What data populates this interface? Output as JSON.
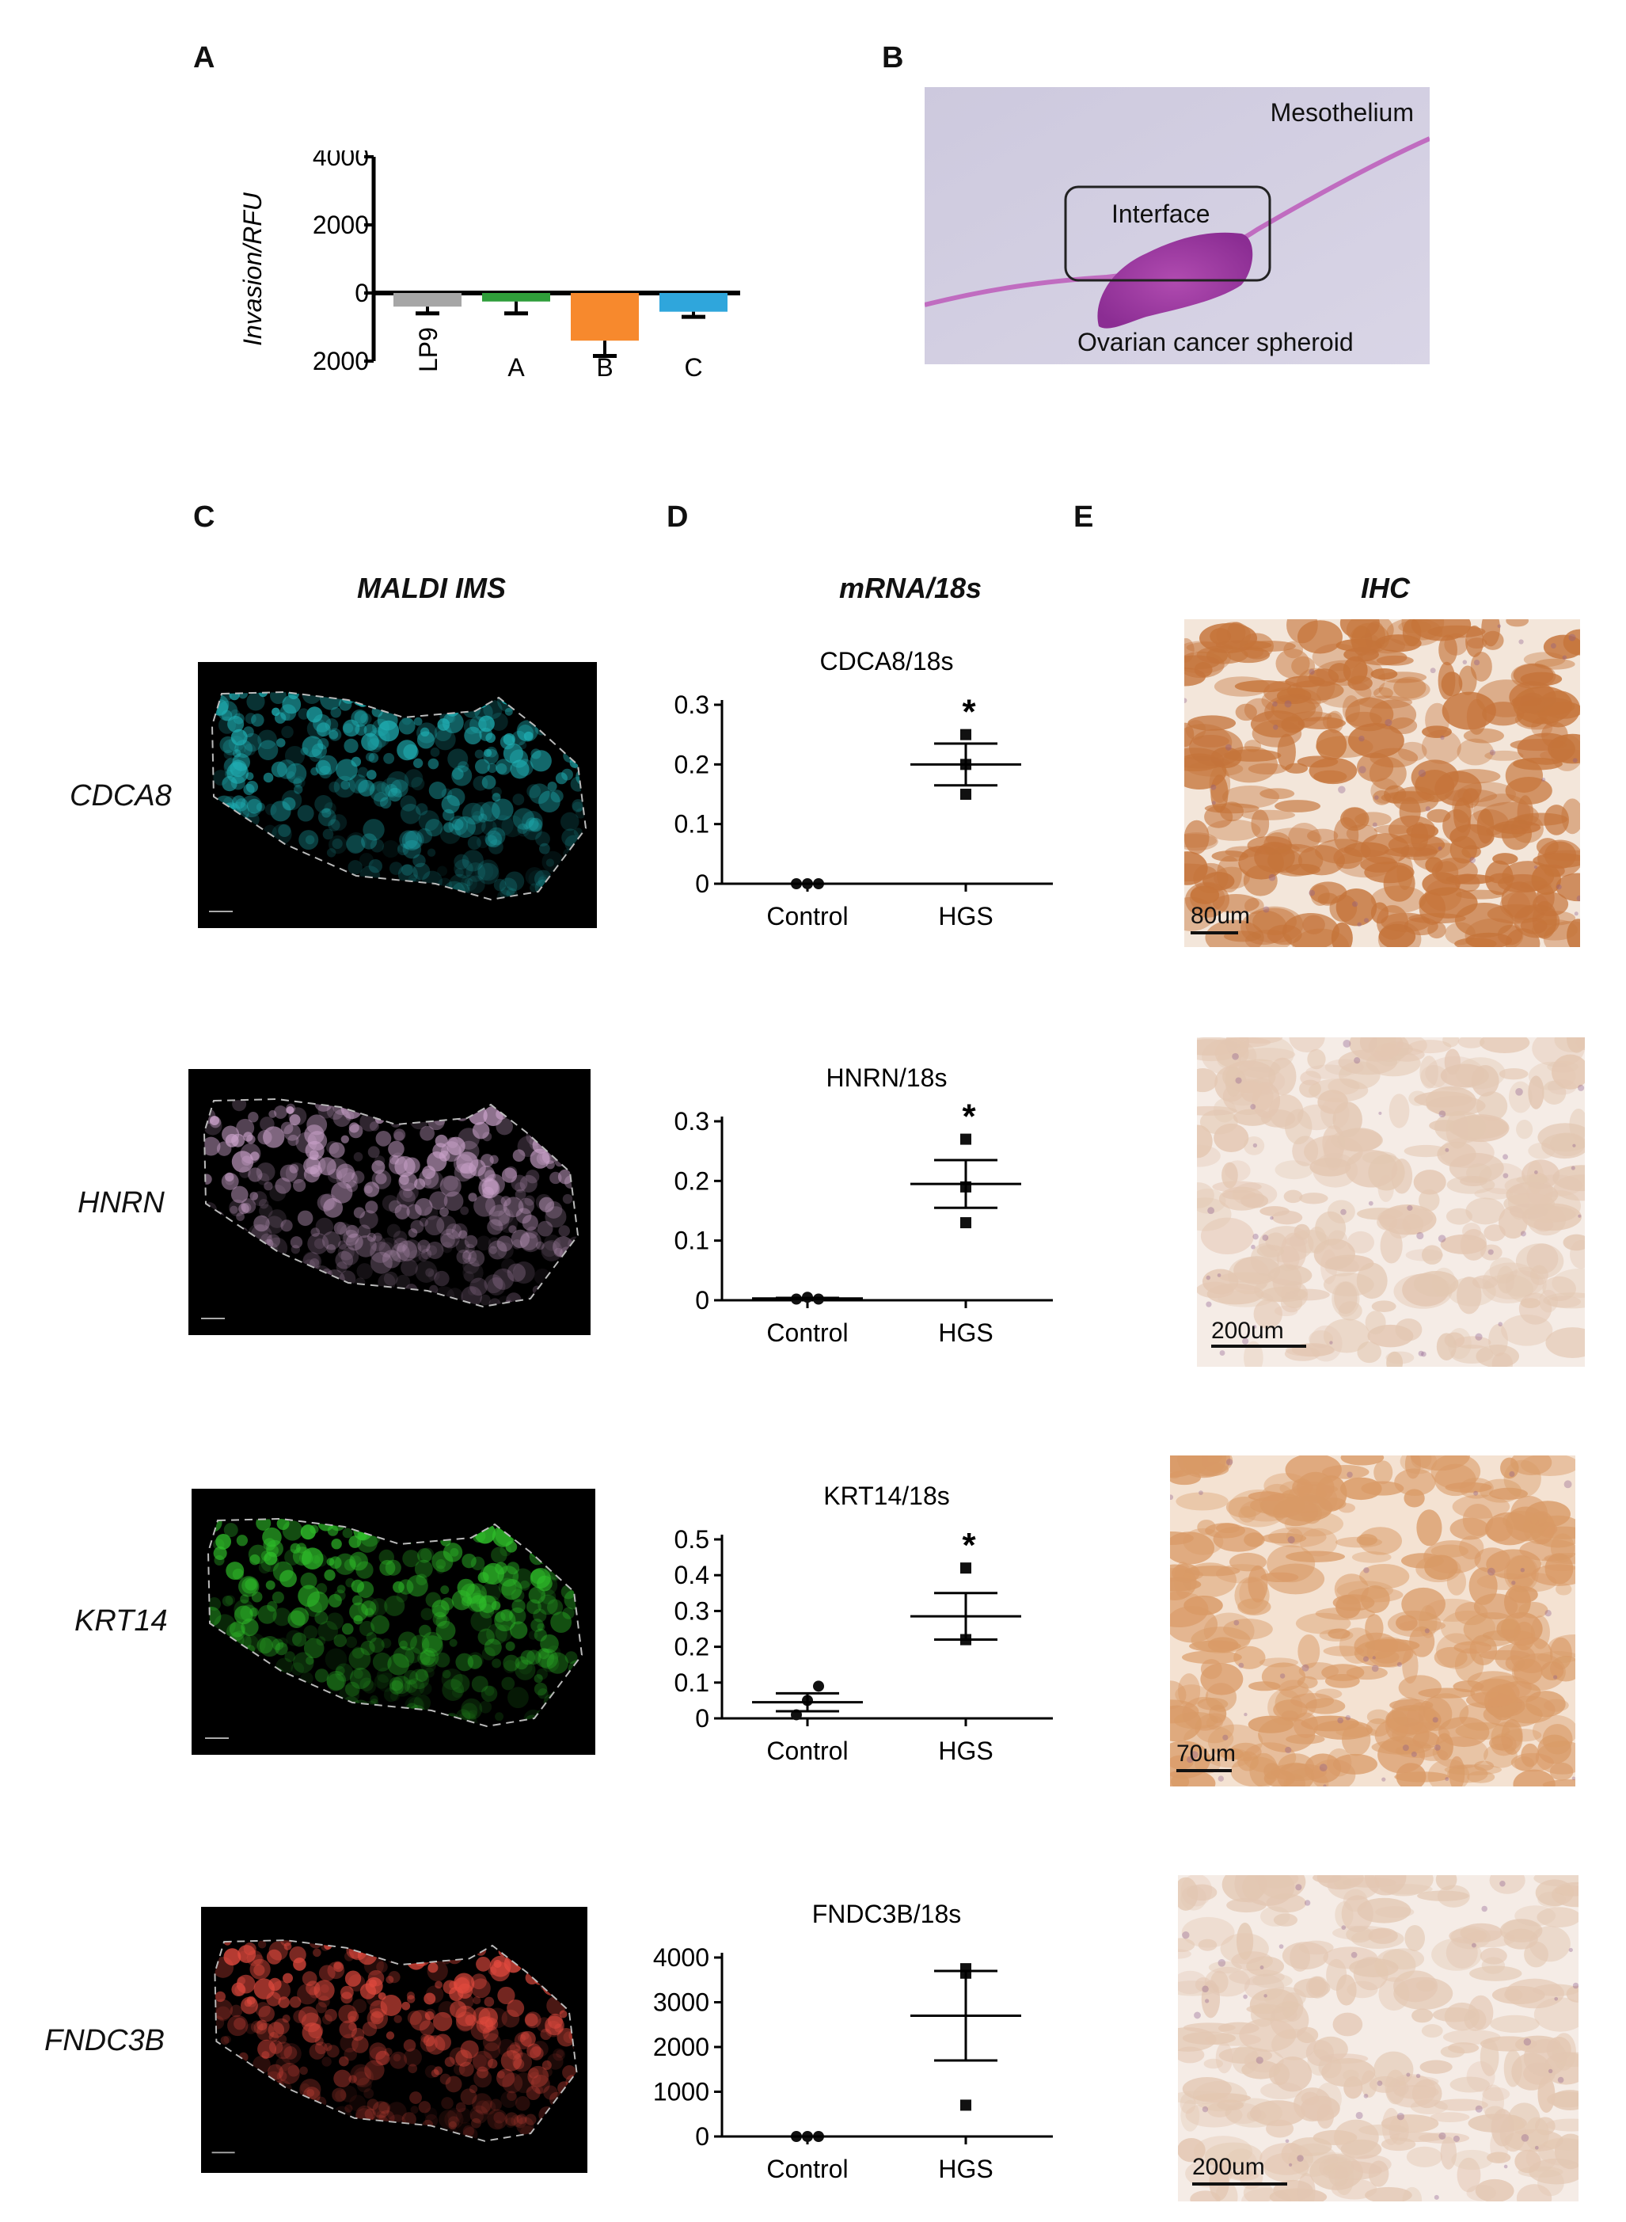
{
  "panels": {
    "a": "A",
    "b": "B",
    "c": "C",
    "d": "D",
    "e": "E"
  },
  "column_titles": {
    "maldi": "MALDI IMS",
    "mrna": "mRNA/18s",
    "ihc": "IHC"
  },
  "histology": {
    "mesothelium": "Mesothelium",
    "interface": "Interface",
    "spheroid": "Ovarian cancer spheroid"
  },
  "genes": [
    "CDCA8",
    "HNRN",
    "KRT14",
    "FNDC3B"
  ],
  "scale_bars": [
    "80um",
    "200um",
    "70um",
    "200um"
  ],
  "colors": {
    "lp9": "#a6a6a6",
    "a": "#2f9e3a",
    "b": "#f7892d",
    "c": "#2fa6dc",
    "cdca8": "#20b3b8",
    "hnrn": "#c9a1c9",
    "krt14": "#2fbf2a",
    "fndc3b": "#e24a3e",
    "ihc_dark": "#c97a3c",
    "ihc_light": "#ead5c6"
  },
  "chart_data": [
    {
      "type": "bar",
      "ylabel": "Invasion/RFU",
      "yticks": [
        "4000",
        "2000",
        "0",
        "2000"
      ],
      "ylim": [
        -2000,
        4000
      ],
      "categories": [
        "LP9",
        "A",
        "B",
        "C"
      ],
      "values": [
        -400,
        -250,
        -1400,
        -550
      ],
      "errors": [
        200,
        350,
        450,
        150
      ]
    },
    {
      "type": "scatter",
      "title": "CDCA8/18s",
      "categories": [
        "Control",
        "HGS"
      ],
      "yticks": [
        "0",
        "0.1",
        "0.2",
        "0.3"
      ],
      "ylim": [
        0,
        0.3
      ],
      "control_points": [
        0,
        0,
        0
      ],
      "hgs_points": [
        0.15,
        0.2,
        0.25
      ],
      "means": [
        0,
        0.2
      ],
      "sem": [
        0,
        0.035
      ],
      "significance": "*"
    },
    {
      "type": "scatter",
      "title": "HNRN/18s",
      "categories": [
        "Control",
        "HGS"
      ],
      "yticks": [
        "0",
        "0.1",
        "0.2",
        "0.3"
      ],
      "ylim": [
        0,
        0.3
      ],
      "control_points": [
        0.002,
        0.005,
        0.002
      ],
      "hgs_points": [
        0.13,
        0.19,
        0.27
      ],
      "means": [
        0.003,
        0.195
      ],
      "sem": [
        0.001,
        0.04
      ],
      "significance": "*"
    },
    {
      "type": "scatter",
      "title": "KRT14/18s",
      "categories": [
        "Control",
        "HGS"
      ],
      "yticks": [
        "0",
        "0.1",
        "0.2",
        "0.3",
        "0.4",
        "0.5"
      ],
      "ylim": [
        0,
        0.5
      ],
      "control_points": [
        0.01,
        0.05,
        0.09
      ],
      "hgs_points": [
        0.22,
        0.22,
        0.42
      ],
      "means": [
        0.045,
        0.285
      ],
      "sem": [
        0.025,
        0.065
      ],
      "significance": "*"
    },
    {
      "type": "scatter",
      "title": "FNDC3B/18s",
      "categories": [
        "Control",
        "HGS"
      ],
      "yticks": [
        "0",
        "1000",
        "2000",
        "3000",
        "4000"
      ],
      "ylim": [
        0,
        4000
      ],
      "control_points": [
        0,
        0,
        0
      ],
      "hgs_points": [
        700,
        3650,
        3750
      ],
      "means": [
        0,
        2700
      ],
      "sem": [
        0,
        1000
      ],
      "significance": ""
    }
  ]
}
